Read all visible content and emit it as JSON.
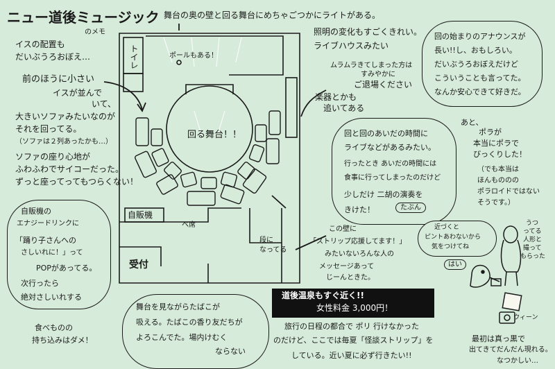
{
  "title": "ニュー道後ミュージック",
  "title_sub": "のメモ",
  "top_note": [
    "舞台の奥の壁と回る舞台にめちゃごつかにライトがある。",
    "照明の変化もすごくきれい。",
    "ライブハウスみたい"
  ],
  "left_notes": {
    "chairs": [
      "イスの配置も",
      "だいぶうろおぼえ…"
    ],
    "front": [
      "前のほうに小さい",
      "イスが並んで",
      "いて、"
    ],
    "sofa": [
      "大きいソファみたいなのが",
      "それを回ってる。",
      "（ソファは２列あったかも…）",
      "ソファの座り心地が",
      "ふわふわでサイコーだった。",
      "ずっと座ってってもつらくない！"
    ]
  },
  "room_labels": {
    "toilet": "トイレ",
    "pole": "ポールもある！",
    "stage": "回る舞台！！",
    "vending": "自販機",
    "reception": "受付",
    "seat": "ベ席",
    "step": [
      "段に",
      "なってる"
    ]
  },
  "lights_note": [
    "ムラムラきてしまった方は",
    "すみやかに",
    "ご退場ください"
  ],
  "instruments_note": [
    "楽器とかも",
    "追いてある"
  ],
  "right_top_bubble": [
    "回の始まりのアナウンスが",
    "長い!!し、おもしろい。",
    "だいぶうろおぼえだけど",
    "こういうことも言ってた。",
    "なんか安心できて好きだ。"
  ],
  "middle_bubble": [
    "回と回のあいだの時間に",
    "ライブなどがあるみたい。",
    "行ったとき あいだの時間には",
    "食事に行ってしまったのだけど",
    "少しだけ 二胡の演奏を",
    "きけた！"
  ],
  "middle_bubble_tag": "たぶん",
  "pola_note": [
    "あと、",
    "ポラが",
    "本当にポラで",
    "びっくりした！",
    "（でも本当は",
    "ほんもののの",
    "ポラロイドではない",
    "そうです。）"
  ],
  "vending_bubble": [
    "自販機の",
    "エナジードリンクに",
    "「踊り子さんへの",
    "さしいれに！」って",
    "POPがあってる。",
    "次行ったら",
    "絶対さしいれする"
  ],
  "wall_note": [
    "この壁に",
    "「ストリップ応援してます！」",
    "みたいないろんな人の",
    "メッセージあって",
    "じーんときた。"
  ],
  "camera_note": [
    "近づくと",
    "ピントあわないから",
    "気をつけてね"
  ],
  "camera_reply": "はい",
  "person_note": [
    "うつ",
    "ってる",
    "人形と",
    "撮って",
    "もらった"
  ],
  "bottom_bubble": [
    "舞台を見ながらたばこが",
    "吸える。たばこの香り友だちが",
    "よろこんでた。場内けむく",
    "ならない"
  ],
  "bottom_left_note": [
    "食べものの",
    "持ち込みはダメ！"
  ],
  "banner": [
    "道後温泉もすぐ近く!!",
    "女性料金 3,000円！"
  ],
  "bottom_note": [
    "旅行の日程の都合で ポリ 行けなかった",
    "のだけど、ここでは毎夏「怪談ストリップ」を",
    "している。近い夏に必ず行きたい!!"
  ],
  "camera_sound": "ウィーン",
  "last_note": [
    "最初は真っ黒で",
    "出てきてだんだん現れる。",
    "なつかしい…"
  ],
  "colors": {
    "background": "#d6ebd9",
    "ink": "#1a1a1a",
    "banner": "#111111"
  }
}
